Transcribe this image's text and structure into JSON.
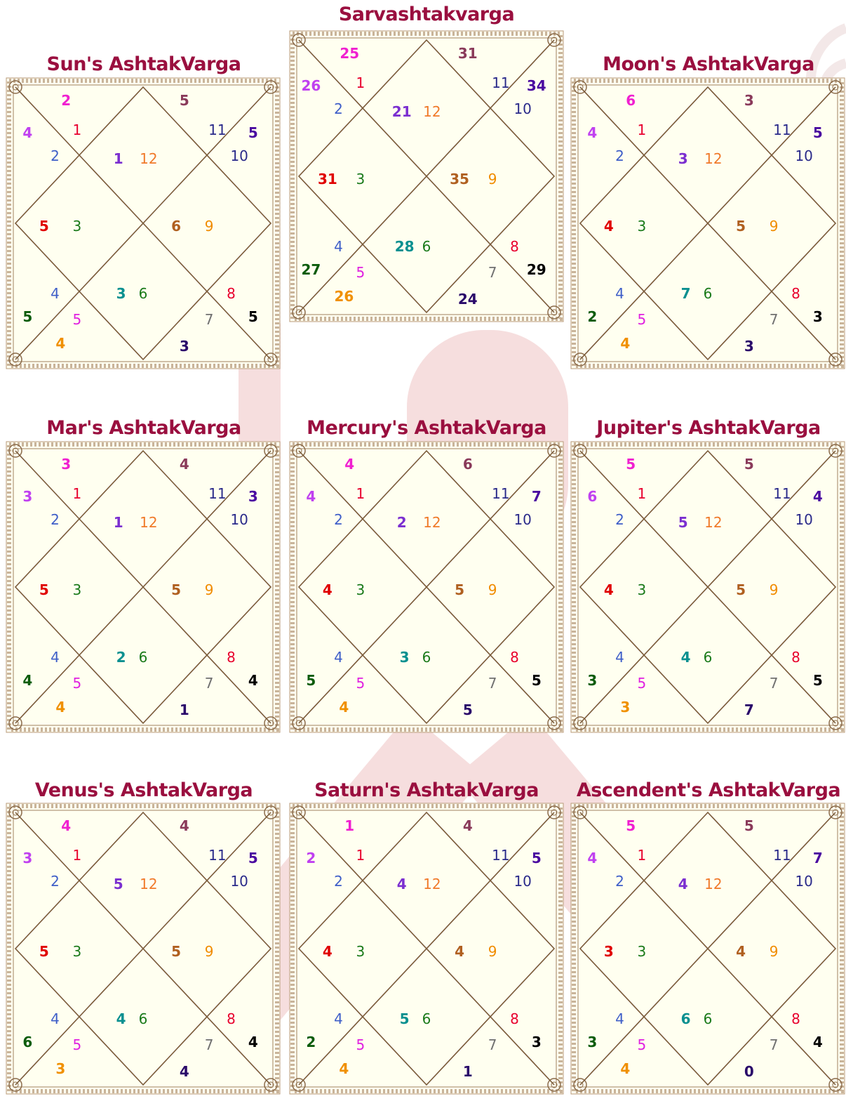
{
  "colors": {
    "title": "#9a0f3f",
    "chart_bg": "#fffff0",
    "chart_lines": "#7a5a3a",
    "watermark": "#f4dcdc",
    "house_numbers": {
      "1": "#e8002d",
      "2": "#3e5ec8",
      "3": "#1a7a1a",
      "4": "#3e5ec8",
      "5": "#e020e0",
      "6": "#1a7a1a",
      "7": "#707070",
      "8": "#e8002d",
      "9": "#f08c00",
      "10": "#2a2a8a",
      "11": "#2a2a8a",
      "12": "#f07a2a"
    },
    "house_points": {
      "1": "#7b2fd0",
      "2": "#c040f0",
      "3": "#e00000",
      "4": "#0c5c0c",
      "5": "#f09000",
      "6": "#0a9090",
      "7": "#2a0a6a",
      "8": "#000000",
      "9": "#b06020",
      "10": "#4a0aa0",
      "11": "#8a3a5a",
      "12": "#f020d0"
    }
  },
  "charts": [
    {
      "id": "sarvashtakvarga",
      "title": "Sarvashtakvarga",
      "points": [
        21,
        26,
        31,
        27,
        26,
        28,
        24,
        29,
        35,
        34,
        31,
        25
      ]
    },
    {
      "id": "sun",
      "title": "Sun's AshtakVarga",
      "points": [
        1,
        4,
        5,
        5,
        4,
        3,
        3,
        5,
        6,
        5,
        5,
        2
      ]
    },
    {
      "id": "moon",
      "title": "Moon's AshtakVarga",
      "points": [
        3,
        4,
        4,
        2,
        4,
        7,
        3,
        3,
        5,
        5,
        3,
        6
      ]
    },
    {
      "id": "mars",
      "title": "Mar's AshtakVarga",
      "points": [
        1,
        3,
        5,
        4,
        4,
        2,
        1,
        4,
        5,
        3,
        4,
        3
      ]
    },
    {
      "id": "mercury",
      "title": "Mercury's AshtakVarga",
      "points": [
        2,
        4,
        4,
        5,
        4,
        3,
        5,
        5,
        5,
        7,
        6,
        4
      ]
    },
    {
      "id": "jupiter",
      "title": "Jupiter's AshtakVarga",
      "points": [
        5,
        6,
        4,
        3,
        3,
        4,
        7,
        5,
        5,
        4,
        5,
        5
      ]
    },
    {
      "id": "venus",
      "title": "Venus's AshtakVarga",
      "points": [
        5,
        3,
        5,
        6,
        3,
        4,
        4,
        4,
        5,
        5,
        4,
        4
      ]
    },
    {
      "id": "saturn",
      "title": "Saturn's AshtakVarga",
      "points": [
        4,
        2,
        4,
        2,
        4,
        5,
        1,
        3,
        4,
        5,
        4,
        1
      ]
    },
    {
      "id": "ascendant",
      "title": "Ascendent's AshtakVarga",
      "points": [
        4,
        4,
        3,
        3,
        4,
        6,
        0,
        4,
        4,
        7,
        5,
        5
      ]
    }
  ]
}
